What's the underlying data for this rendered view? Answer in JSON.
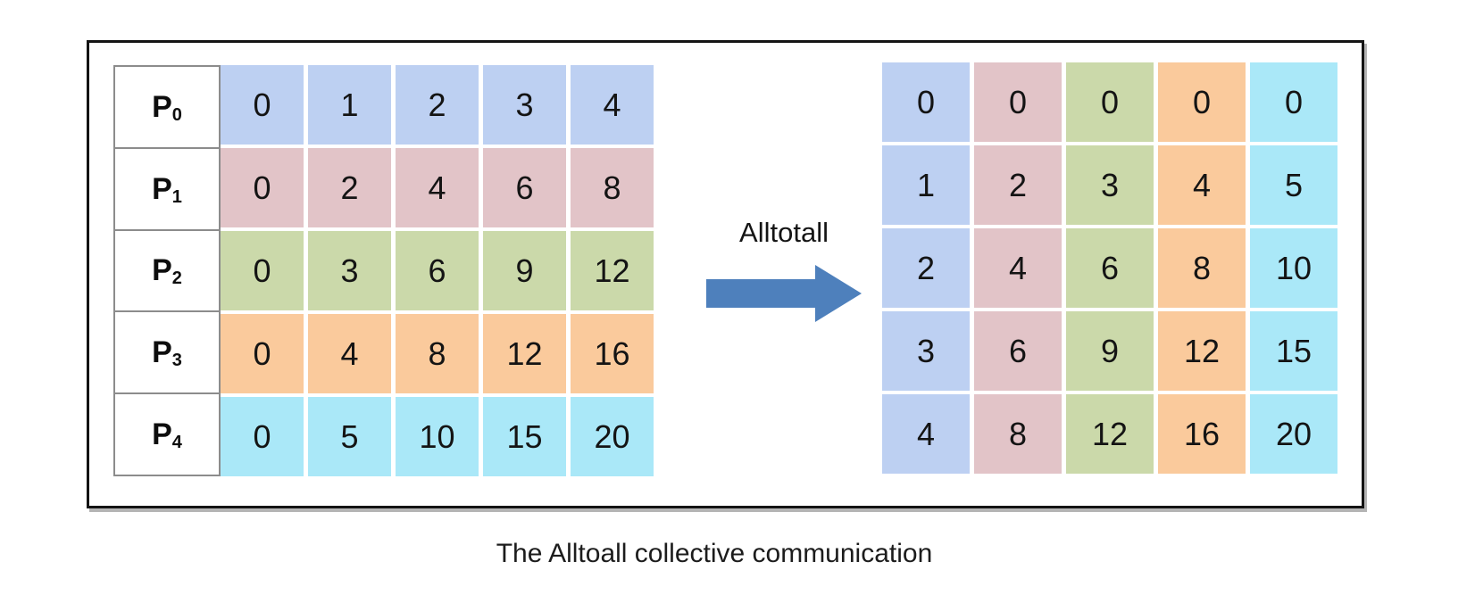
{
  "caption": "The Alltoall collective communication",
  "arrow": {
    "label": "Alltotall",
    "color": "#4E80BC"
  },
  "colors": {
    "blue": "#BDD0F2",
    "pink": "#E2C4C8",
    "green": "#CBD9AA",
    "orange": "#FACA9C",
    "cyan": "#AAE8F8"
  },
  "left_table": {
    "rows": [
      {
        "label": "P",
        "subscript": "0",
        "color_key": "blue",
        "values": [
          "0",
          "1",
          "2",
          "3",
          "4"
        ]
      },
      {
        "label": "P",
        "subscript": "1",
        "color_key": "pink",
        "values": [
          "0",
          "2",
          "4",
          "6",
          "8"
        ]
      },
      {
        "label": "P",
        "subscript": "2",
        "color_key": "green",
        "values": [
          "0",
          "3",
          "6",
          "9",
          "12"
        ]
      },
      {
        "label": "P",
        "subscript": "3",
        "color_key": "orange",
        "values": [
          "0",
          "4",
          "8",
          "12",
          "16"
        ]
      },
      {
        "label": "P",
        "subscript": "4",
        "color_key": "cyan",
        "values": [
          "0",
          "5",
          "10",
          "15",
          "20"
        ]
      }
    ]
  },
  "right_table": {
    "column_color_keys": [
      "blue",
      "pink",
      "green",
      "orange",
      "cyan"
    ],
    "rows": [
      [
        "0",
        "0",
        "0",
        "0",
        "0"
      ],
      [
        "1",
        "2",
        "3",
        "4",
        "5"
      ],
      [
        "2",
        "4",
        "6",
        "8",
        "10"
      ],
      [
        "3",
        "6",
        "9",
        "12",
        "15"
      ],
      [
        "4",
        "8",
        "12",
        "16",
        "20"
      ]
    ]
  }
}
